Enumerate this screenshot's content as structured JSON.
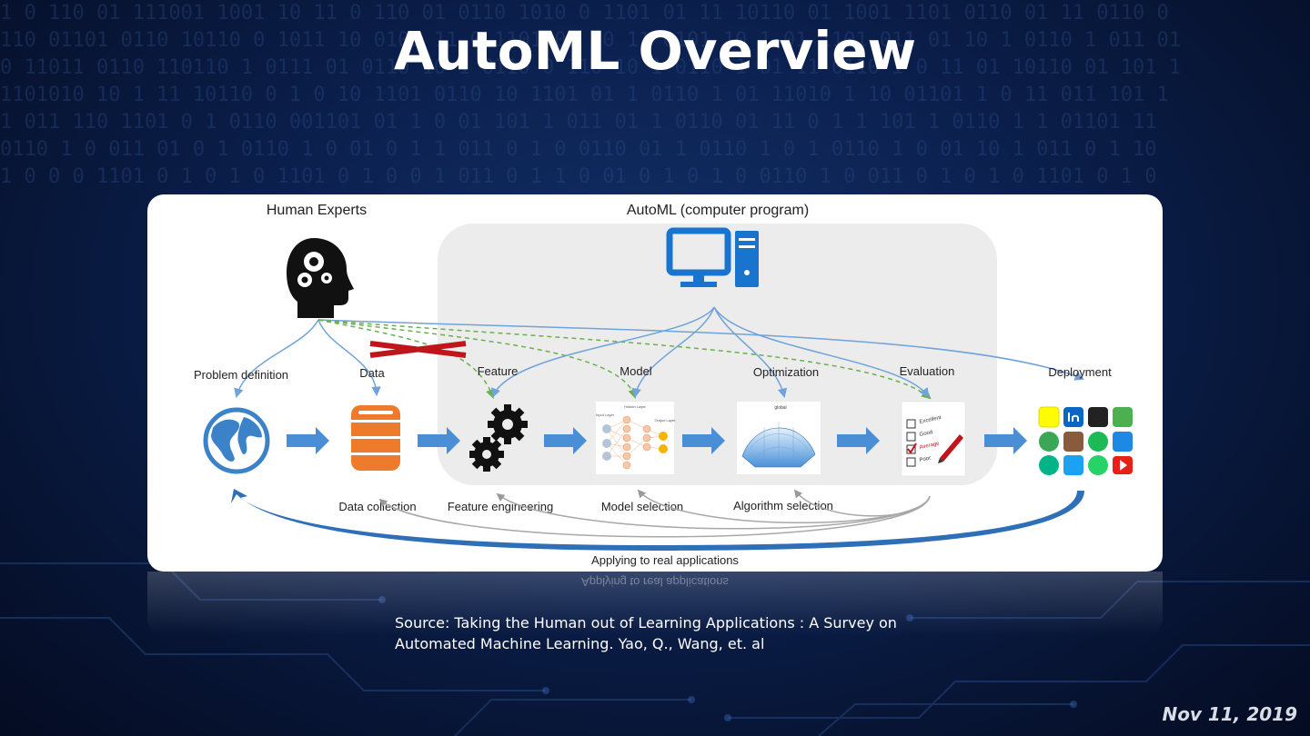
{
  "slide": {
    "title": "AutoML Overview",
    "source_line1": "Source: Taking the Human out of Learning Applications : A Survey on",
    "source_line2": "Automated Machine Learning. Yao, Q., Wang, et. al",
    "date": "Nov 11, 2019"
  },
  "diagram": {
    "human_experts_label": "Human Experts",
    "automl_label": "AutoML (computer program)",
    "top_steps": [
      "Problem definition",
      "Data",
      "Feature",
      "Model",
      "Optimization",
      "Evaluation",
      "Deployment"
    ],
    "bottom_steps": [
      "Data collection",
      "Feature engineering",
      "Model selection",
      "Algorithm selection"
    ],
    "loop_label": "Applying to real applications",
    "evaluation_ratings": [
      "Excellent",
      "Good",
      "Average",
      "Poor"
    ],
    "neural_net_labels": [
      "Hidden Layer",
      "Input Layer",
      "Output Layer"
    ],
    "surface_plot_label": "global",
    "icons": [
      "human-head-gears-icon",
      "desktop-computer-icon",
      "globe-icon",
      "database-icon",
      "gears-icon",
      "neural-network-icon",
      "surface-plot-icon",
      "checklist-icon",
      "app-grid-icon"
    ],
    "colors": {
      "accent_blue": "#2f7bd1",
      "computer_blue": "#1874cd",
      "database_orange": "#ee7b2b",
      "green_dashed": "#6ab04c",
      "cross_red": "#c0151b",
      "automl_box": "#ececec"
    }
  }
}
